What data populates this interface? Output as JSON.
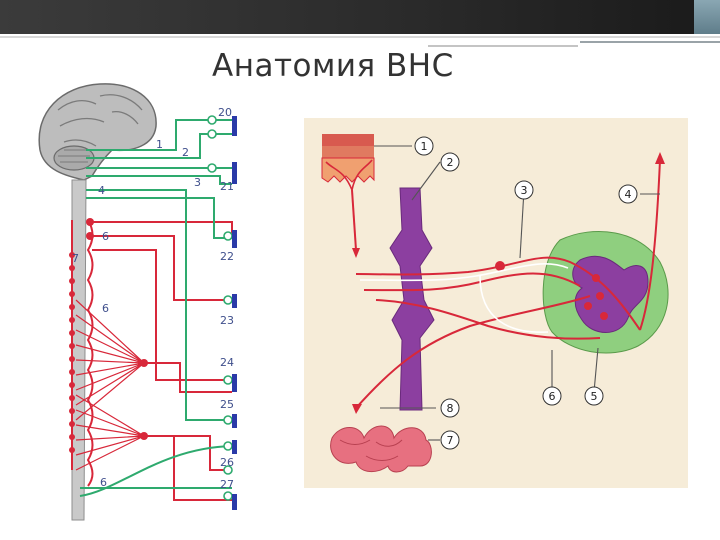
{
  "title": "Анатомия ВНС",
  "colors": {
    "sympathetic": "#d8283a",
    "parasympathetic": "#2eaa6e",
    "organ": "#2a3aa8",
    "cord": "#c9c9c9",
    "muscle": "#8c3fa0",
    "label_text": "#3f4f8c"
  },
  "left_diagram": {
    "top_labels": [
      "1",
      "2",
      "3",
      "4"
    ],
    "small_labels": [
      "6",
      "7",
      "6",
      "6"
    ],
    "organ_numbers": [
      "20",
      "21",
      "22",
      "23",
      "24",
      "25",
      "26",
      "27"
    ]
  },
  "right_diagram": {
    "numbers": [
      "1",
      "2",
      "3",
      "4",
      "5",
      "6",
      "7",
      "8"
    ]
  }
}
